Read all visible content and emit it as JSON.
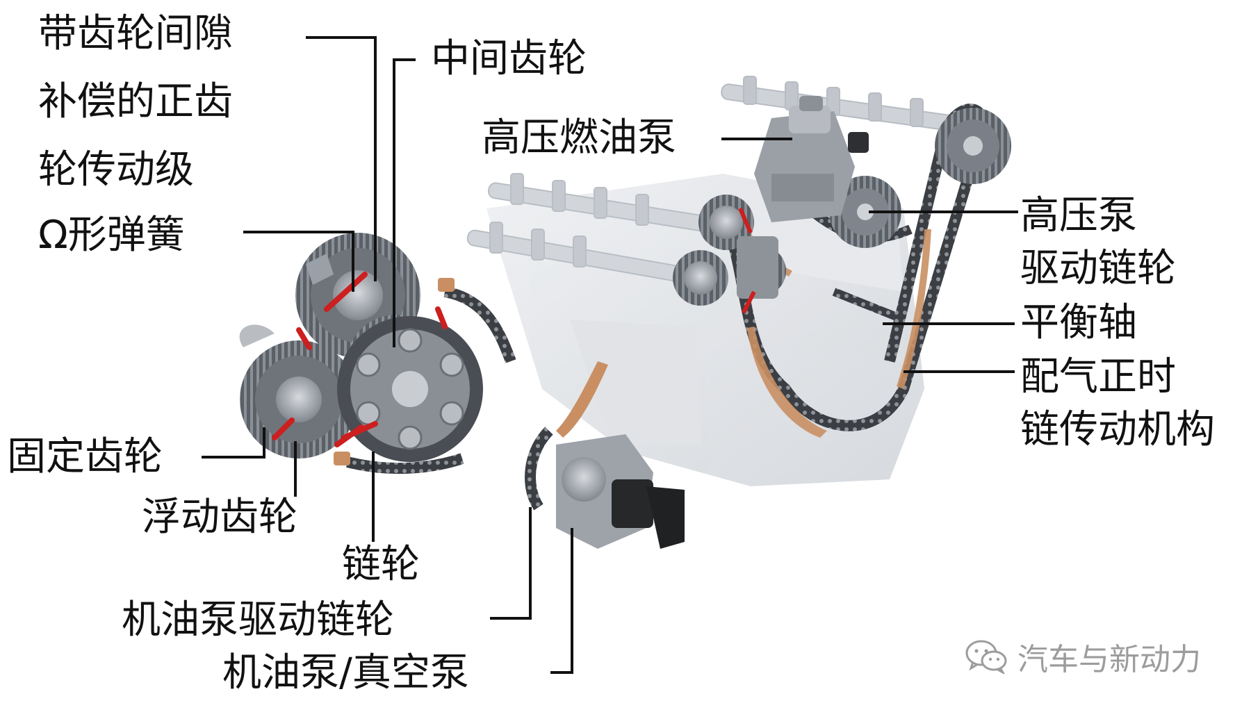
{
  "labels": {
    "gear_gap_compensation": [
      "带齿轮间隙",
      "补偿的正齿",
      "轮传动级"
    ],
    "omega_spring": "Ω形弹簧",
    "intermediate_gear": "中间齿轮",
    "hp_fuel_pump": "高压燃油泵",
    "hp_pump_drive_sprocket": [
      "高压泵",
      "驱动链轮"
    ],
    "balance_shaft": "平衡轴",
    "timing_chain_drive": [
      "配气正时",
      "链传动机构"
    ],
    "fixed_gear": "固定齿轮",
    "floating_gear": "浮动齿轮",
    "sprocket": "链轮",
    "oil_pump_drive_sprocket": "机油泵驱动链轮",
    "oil_vacuum_pump": "机油泵/真空泵"
  },
  "watermark": {
    "text": "汽车与新动力",
    "icon": "wechat-icon"
  },
  "colors": {
    "text": "#111111",
    "leader": "#111111",
    "gear_metal": "#6f747b",
    "gear_dark": "#3f4348",
    "red_arm": "#cc1f1f",
    "copper_guide": "#c98f63",
    "engine_ghost": "#d6d9de",
    "watermark": "#9c9c9c"
  }
}
